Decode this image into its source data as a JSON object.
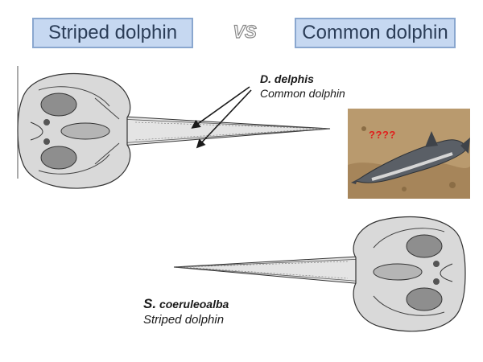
{
  "header": {
    "left_label": "Striped dolphin",
    "vs": "VS",
    "right_label": "Common dolphin"
  },
  "top_skull": {
    "scientific_name": "D. delphis",
    "common_name": "Common dolphin"
  },
  "bottom_skull": {
    "genus_initial": "S.",
    "species_name": "coeruleoalba",
    "common_name": "Striped dolphin"
  },
  "photo": {
    "overlay_text": "????"
  },
  "colors": {
    "box_fill": "#c6d8f1",
    "box_border": "#8aa7cf",
    "question_red": "#e0201c"
  }
}
